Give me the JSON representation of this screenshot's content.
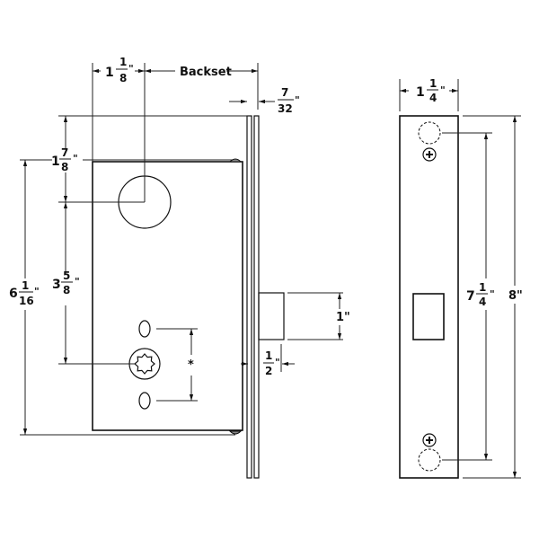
{
  "labels": {
    "edge_to_hub": {
      "whole": "1",
      "num": "1",
      "den": "8",
      "unit": "\""
    },
    "backset": "Backset",
    "faceplate_thickness": {
      "num": "7",
      "den": "32",
      "unit": "\""
    },
    "top_to_hub": {
      "whole": "1",
      "num": "7",
      "den": "8",
      "unit": "\""
    },
    "hub_to_cylinder": {
      "whole": "3",
      "num": "5",
      "den": "8",
      "unit": "\""
    },
    "case_height": {
      "whole": "6",
      "num": "1",
      "den": "16",
      "unit": "\""
    },
    "bolt_height": "1\"",
    "bolt_throw": {
      "num": "1",
      "den": "2",
      "unit": "\""
    },
    "screw_spacing": "*",
    "strike_width": {
      "whole": "1",
      "num": "1",
      "den": "4",
      "unit": "\""
    },
    "strike_screw_spacing": {
      "whole": "7",
      "num": "1",
      "den": "4",
      "unit": "\""
    },
    "strike_height": "8\""
  }
}
